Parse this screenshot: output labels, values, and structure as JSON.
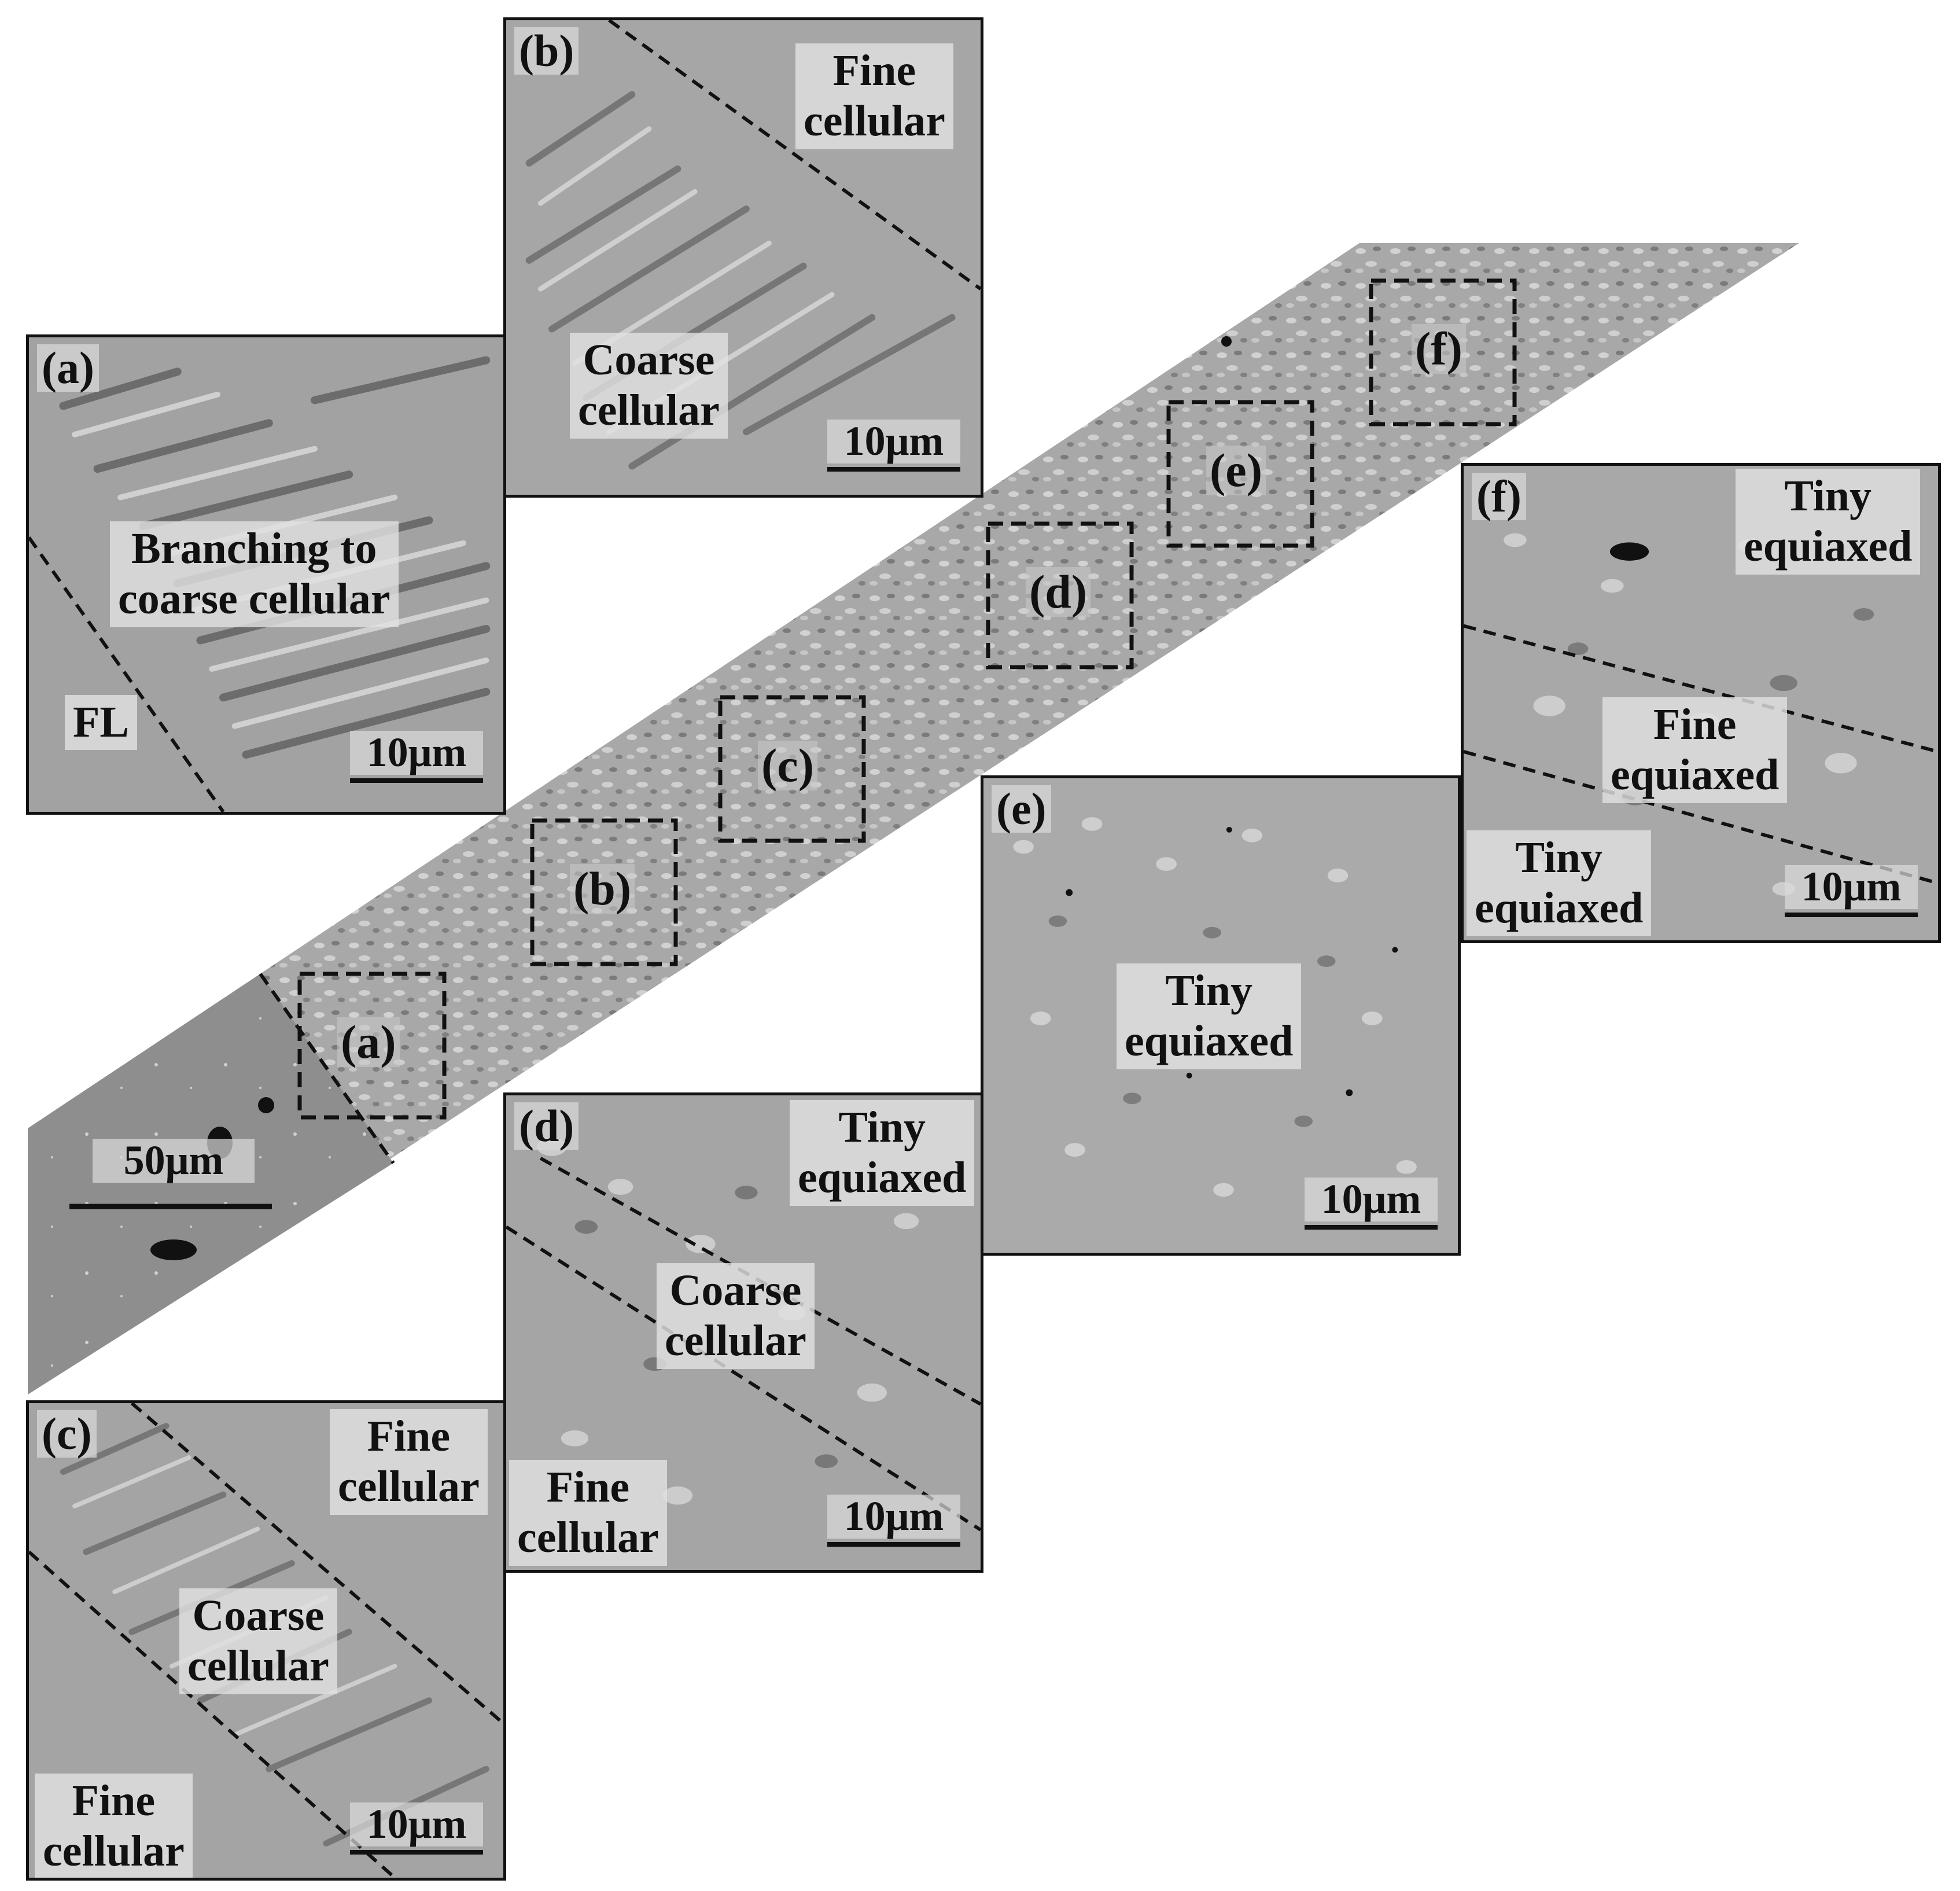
{
  "overview": {
    "scale_bar": "50μm",
    "boxes": [
      "(a)",
      "(b)",
      "(c)",
      "(d)",
      "(e)",
      "(f)"
    ]
  },
  "panels": {
    "a": {
      "label": "(a)",
      "regions": [
        "Branching to\ncoarse cellular",
        "FL"
      ],
      "scale": "10μm"
    },
    "b": {
      "label": "(b)",
      "regions": [
        "Fine\ncellular",
        "Coarse\ncellular"
      ],
      "scale": "10μm"
    },
    "c": {
      "label": "(c)",
      "regions": [
        "Fine\ncellular",
        "Coarse\ncellular",
        "Fine\ncellular"
      ],
      "scale": "10μm"
    },
    "d": {
      "label": "(d)",
      "regions": [
        "Tiny\nequiaxed",
        "Coarse\ncellular",
        "Fine\ncellular"
      ],
      "scale": "10μm"
    },
    "e": {
      "label": "(e)",
      "regions": [
        "Tiny\nequiaxed"
      ],
      "scale": "10μm"
    },
    "f": {
      "label": "(f)",
      "regions": [
        "Tiny\nequiaxed",
        "Fine\nequiaxed",
        "Tiny\nequiaxed"
      ],
      "scale": "10μm"
    }
  },
  "colors": {
    "micrograph_gray": "#a6a6a6",
    "ink": "#111111"
  }
}
